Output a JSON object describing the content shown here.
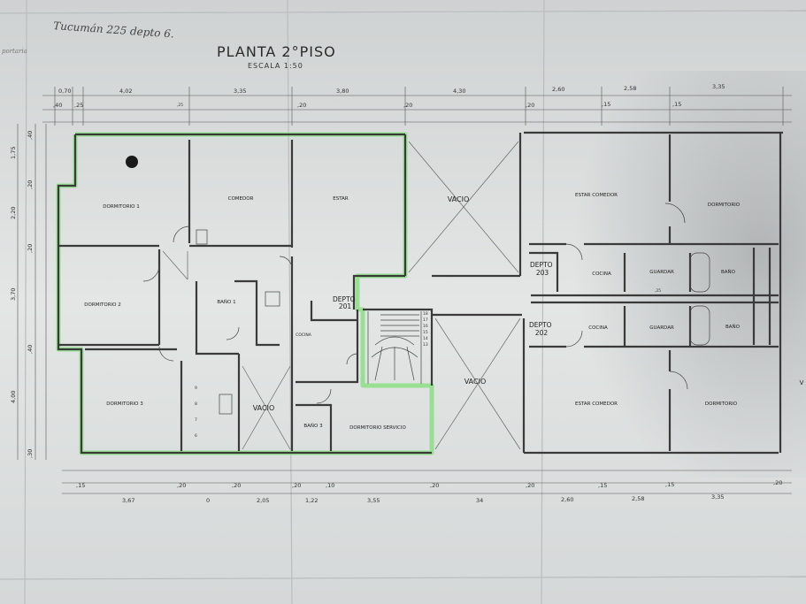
{
  "header": {
    "handwritten_note": "Tucumán 225 depto 6.",
    "margin_note": "portaria",
    "title": "PLANTA 2°PISO",
    "scale": "ESCALA 1:50"
  },
  "rooms": {
    "dormitorio_1": "DORMITORIO 1",
    "comedor": "COMEDOR",
    "estar": "ESTAR",
    "vacio_top": "VACIO",
    "estar_comedor_203": "ESTAR COMEDOR",
    "dormitorio_203": "DORMITORIO",
    "depto_201": "DEPTO\n201",
    "dormitorio_2": "DORMITORIO 2",
    "bano_1": "BAÑO 1",
    "depto_203": "DEPTO\n203",
    "cocina_203": "COCINA",
    "guardar_203": "GUARDAR",
    "bano_203": "BAÑO",
    "depto_202": "DEPTO\n202",
    "cocina_202": "COCINA",
    "guardar_202": "GUARDAR",
    "bano_202": "BAÑO",
    "dormitorio_3": "DORMITORIO 3",
    "vacio_left": "VACIO",
    "vacio_mid": "VACIO",
    "estar_comedor_202": "ESTAR COMEDOR",
    "dormitorio_202": "DORMITORIO",
    "bano_3": "BAÑO 3",
    "dormitorio_servicio": "DORMITORIO SERVICIO",
    "cocina_201": "COCINA",
    "side_letter": "V"
  },
  "dimensions": {
    "top_main": [
      "0,70",
      "4,02",
      "3,35",
      "3,80",
      "4,30",
      "2,60",
      "2,58",
      "3,35"
    ],
    "top_walls": [
      ",40",
      ",25",
      ",20",
      ",20",
      ",20",
      ",15",
      ",15"
    ],
    "left": [
      ",40",
      "1,75",
      ",20",
      "2,20",
      ",20",
      "3,70",
      ",40",
      "4,00",
      ",30"
    ],
    "bottom_walls": [
      ",15",
      ",20",
      ",20",
      ",20",
      ",10",
      ",20",
      ",20",
      ",15",
      ",15",
      ",20"
    ],
    "bottom_main": [
      "3,67",
      "0",
      "2,05",
      "1,22",
      "3,55",
      "34",
      "2,60",
      "2,58",
      "3,35"
    ],
    "stair_numbers": [
      "18",
      "17",
      "16",
      "15",
      "14",
      "13",
      "9",
      "8",
      "7",
      "6"
    ],
    "small_marks": [
      ",25",
      ",25"
    ]
  }
}
